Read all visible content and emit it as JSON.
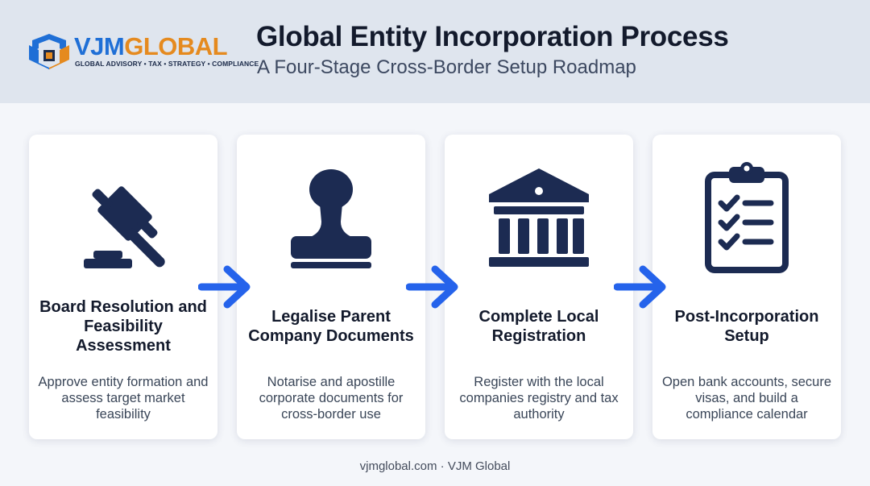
{
  "brand": {
    "name_part1": "VJM",
    "name_part2": "GLOBAL",
    "tagline": "GLOBAL ADVISORY • TAX • STRATEGY • COMPLIANCE",
    "colors": {
      "blue": "#1f6fd6",
      "orange": "#e58a1f",
      "navy": "#1c2b4a"
    }
  },
  "header": {
    "title": "Global Entity Incorporation Process",
    "subtitle": "A Four-Stage Cross-Border Setup Roadmap"
  },
  "steps": [
    {
      "icon": "gavel-icon",
      "title": "Board Resolution and Feasibility Assessment",
      "description": "Approve entity formation and assess target market feasibility"
    },
    {
      "icon": "stamp-icon",
      "title": "Legalise Parent Company Documents",
      "description": "Notarise and apostille corporate documents for cross-border use"
    },
    {
      "icon": "government-building-icon",
      "title": "Complete Local Registration",
      "description": "Register with the local companies registry and tax authority"
    },
    {
      "icon": "clipboard-checklist-icon",
      "title": "Post-Incorporation Setup",
      "description": "Open bank accounts, secure visas, and build a compliance calendar"
    }
  ],
  "colors": {
    "icon": "#1c2b52",
    "arrow": "#2563eb"
  },
  "footer": {
    "text": "vjmglobal.com · VJM Global"
  }
}
